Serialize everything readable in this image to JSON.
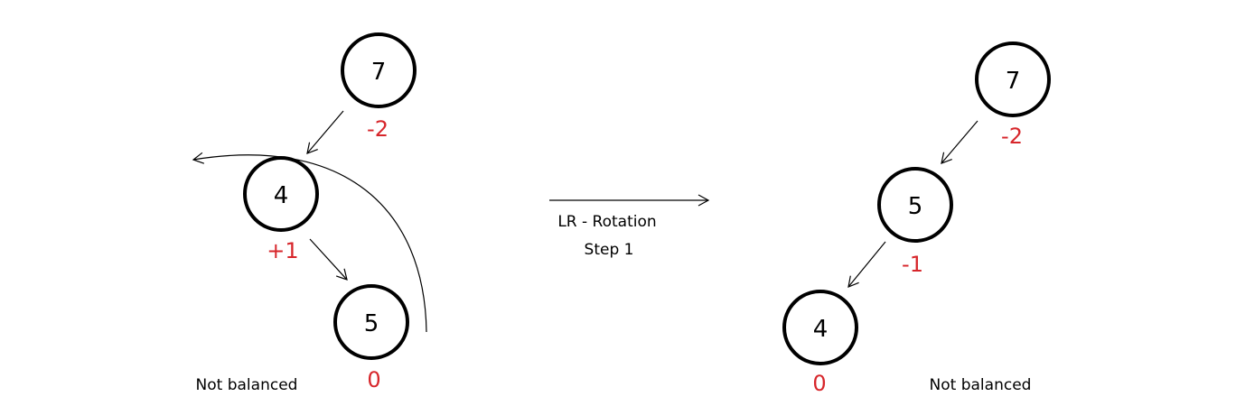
{
  "colors": {
    "node_stroke": "#000000",
    "balance_factor": "#d7262b",
    "text": "#000000",
    "background": "#ffffff"
  },
  "left_tree": {
    "nodes": [
      {
        "value": "7",
        "balance": "-2"
      },
      {
        "value": "4",
        "balance": "+1"
      },
      {
        "value": "5",
        "balance": "0"
      }
    ],
    "status": "Not balanced"
  },
  "transition": {
    "label": "LR - Rotation",
    "step": "Step 1"
  },
  "right_tree": {
    "nodes": [
      {
        "value": "7",
        "balance": "-2"
      },
      {
        "value": "5",
        "balance": "-1"
      },
      {
        "value": "4",
        "balance": "0"
      }
    ],
    "status": "Not balanced"
  }
}
